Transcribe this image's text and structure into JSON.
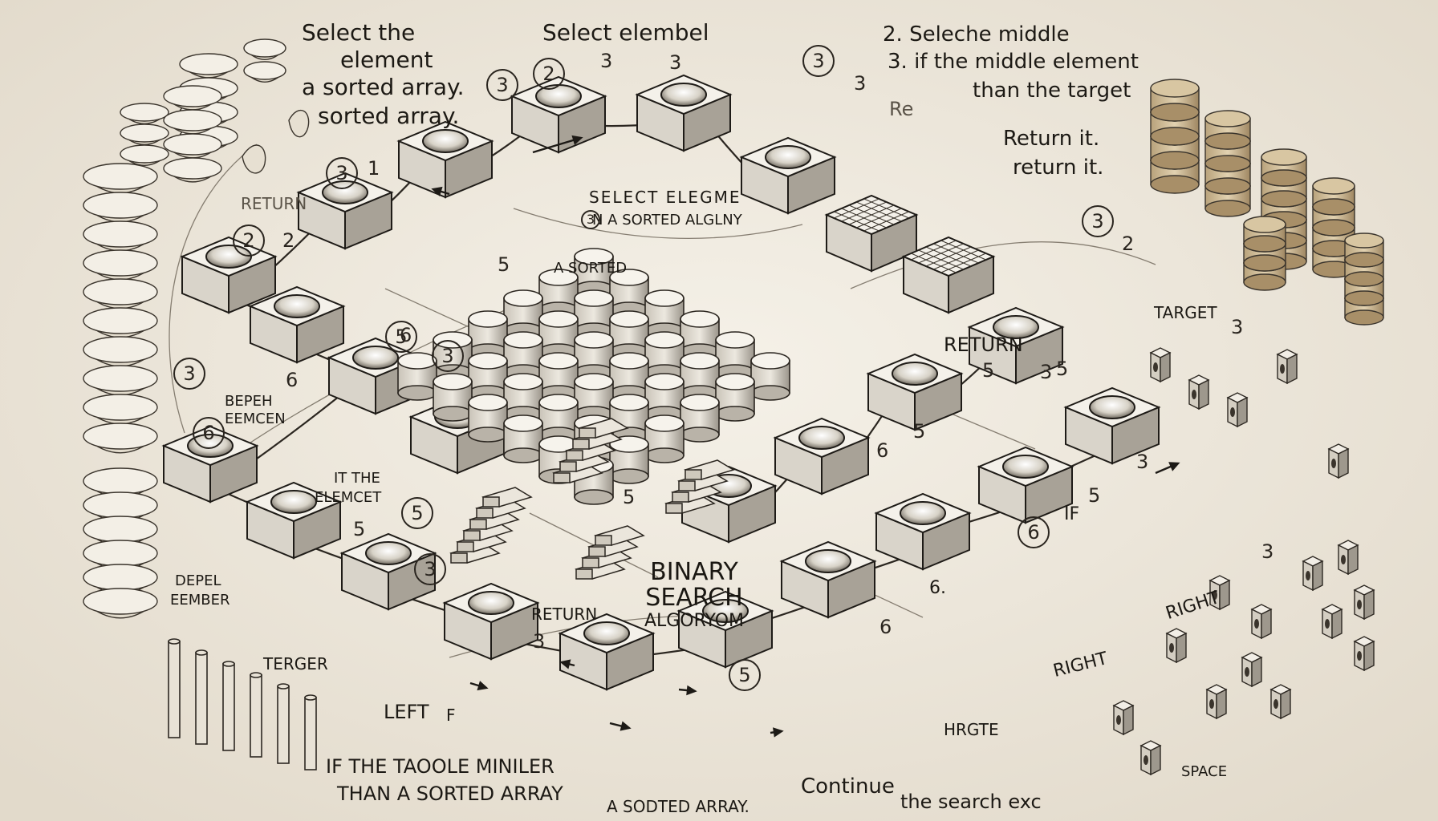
{
  "colors": {
    "paper": "#efeadf",
    "ink": "#1d1a16",
    "block_top": "#f4f1ea",
    "block_left": "#d9d4ca",
    "block_right": "#a8a297",
    "wood": "#d8c6a2"
  },
  "title": {
    "line1": "BINARY",
    "line2": "SEARCH",
    "line3": "ALGORYOM"
  },
  "top_labels": {
    "select_the": "Select the",
    "element": "element",
    "a_sorted_array": "a sorted array.",
    "sorted_array": "sorted array.",
    "select_elembel": "Select  elembel",
    "seleche_middle": "2. Seleche middle",
    "if_middle_element": "3. if the middle element",
    "than_target": "than the target",
    "return_it_1": "Return it.",
    "return_it_2": "return it.",
    "re": "Re"
  },
  "center_labels": {
    "select_eleme": "SELECT   ELEGME",
    "sorted_algo": "N A SORTED ALGLNY",
    "a_sorted": "A SORTED"
  },
  "side_labels": {
    "return_left": "RETURN",
    "deper_eemcen": "BEPEH",
    "eemcen": "EEMCEN",
    "it_the": "IT  THE",
    "elemcet": "ELEMCET",
    "deper": "DEPEL",
    "eember": "EEMBER",
    "terger": "TERGER",
    "left": "LEFT",
    "left_f": "F",
    "return_mid": "RETURN",
    "target": "TARGET",
    "return_right": "RETURN",
    "if_5": "IF",
    "six_f": "6.",
    "right_1": "RIGHT",
    "right_2": "RIGHT",
    "hrgte": "HRGTE",
    "space": "SPACE"
  },
  "bottom_labels": {
    "if_table": "IF THE TAOOLE MINILER",
    "than_sorted": "THAN A SORTED ARRAY",
    "a_sorted_array": "A SODTED ARRAY.",
    "continue": "Continue",
    "the_search": "the search  exc"
  },
  "circle_digits": [
    "3",
    "2",
    "3",
    "3",
    "3",
    "2",
    "3",
    "6",
    "5",
    "3",
    "5",
    "6",
    "3",
    "5",
    "3"
  ],
  "loose_digits": [
    "3",
    "3",
    "3",
    "1",
    "2",
    "2",
    "5",
    "6",
    "5",
    "5",
    "3",
    "3",
    "5",
    "6",
    "3",
    "5",
    "5",
    "5",
    "3",
    "3",
    "6",
    "6"
  ]
}
